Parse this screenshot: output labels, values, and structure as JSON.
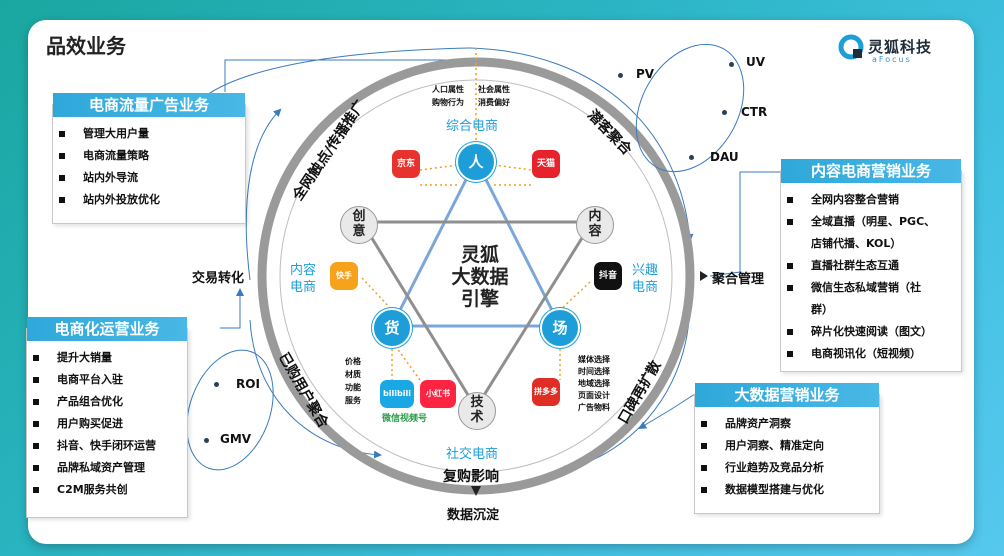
{
  "page_title": "品效业务",
  "brand": {
    "name": "灵狐科技",
    "sub": "aFocus",
    "accent": "#1e9ed8"
  },
  "engine": {
    "lines": [
      "灵狐",
      "大数据",
      "引擎"
    ]
  },
  "nodes": {
    "person": "人",
    "goods": "货",
    "field": "场",
    "creative": [
      "创",
      "意"
    ],
    "content": [
      "内",
      "容"
    ],
    "tech": [
      "技",
      "术"
    ]
  },
  "categories": {
    "comprehensive": "综合电商",
    "content_left": [
      "内容",
      "电商"
    ],
    "interest": [
      "兴趣",
      "电商"
    ],
    "social": "社交电商"
  },
  "ring_labels": {
    "top_left": "全网触点/传播推广",
    "top_right": "潜客聚合",
    "bottom_left": "已购用户聚合",
    "bottom_right": "口碑再扩散",
    "bottom": "复购影响"
  },
  "attributes_top": [
    "人口属性",
    "社会属性",
    "购物行为",
    "消费偏好"
  ],
  "attributes_goods": [
    "价格",
    "材质",
    "功能",
    "服务"
  ],
  "attributes_field": [
    "媒体选择",
    "时间选择",
    "地域选择",
    "页面设计",
    "广告物料"
  ],
  "apps": {
    "jd": "京东",
    "tmall": "天猫",
    "kuaishou": "快手",
    "douyin": "抖音",
    "bilibili": "bilibili",
    "xiaohongshu": "小红书",
    "wechat_video": "微信视频号",
    "pinduoduo": "拼多多"
  },
  "outer_labels": {
    "transaction": "交易转化",
    "aggregation": "聚合管理",
    "data": "数据沉淀"
  },
  "metrics": {
    "pv": "PV",
    "uv": "UV",
    "ctr": "CTR",
    "dau": "DAU",
    "roi": "ROI",
    "gmv": "GMV"
  },
  "panels": {
    "ecom_ads": {
      "title": "电商流量广告业务",
      "items": [
        "管理大用户量",
        "电商流量策略",
        "站内外导流",
        "站内外投放优化"
      ]
    },
    "ecom_ops": {
      "title": "电商化运营业务",
      "items": [
        "提升大销量",
        "电商平台入驻",
        "产品组合优化",
        "用户购买促进",
        "抖音、快手闭环运营",
        "品牌私域资产管理",
        "C2M服务共创"
      ]
    },
    "content_marketing": {
      "title": "内容电商营销业务",
      "items": [
        "全网内容整合营销",
        "全域直播（明星、PGC、",
        "店铺代播、KOL）",
        "直播社群生态互通",
        "微信生态私域营销（社",
        "群）",
        "碎片化快速阅读（图文）",
        "电商视讯化（短视频）"
      ]
    },
    "bigdata": {
      "title": "大数据营销业务",
      "items": [
        "品牌资产洞察",
        "用户洞察、精准定向",
        "行业趋势及竞品分析",
        "数据模型搭建与优化"
      ]
    }
  }
}
